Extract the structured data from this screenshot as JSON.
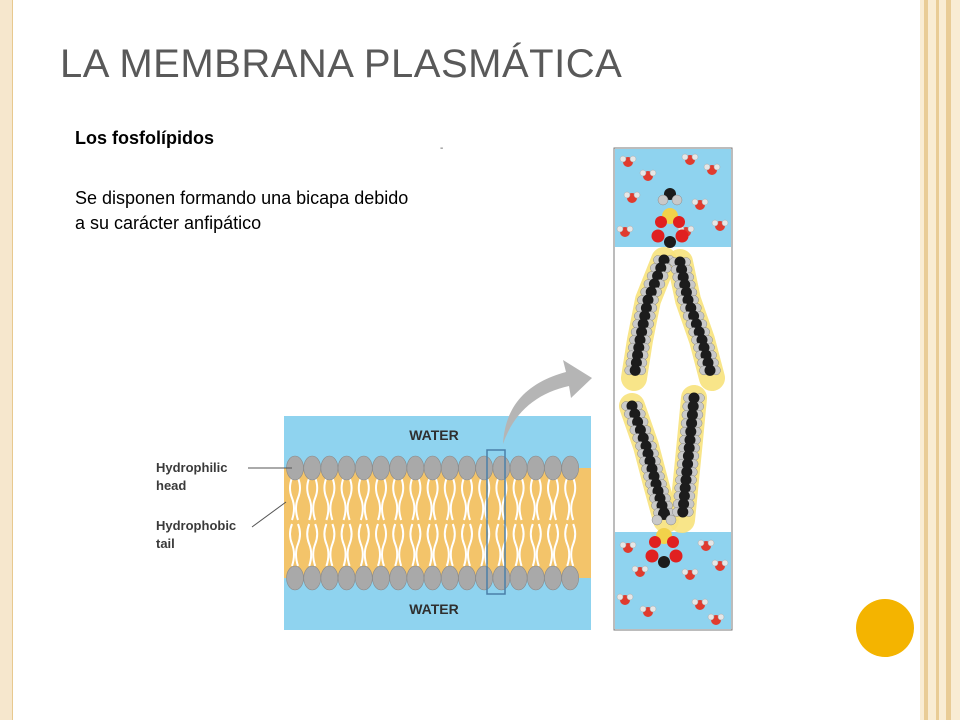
{
  "slide": {
    "title": "LA MEMBRANA PLASMÁTICA",
    "subtitle": "Los fosfolípidos",
    "body_line1": "Se disponen formando una bicapa debido",
    "body_line2": "a su carácter anfipático"
  },
  "diagram": {
    "water_top": "WATER",
    "water_bottom": "WATER",
    "label_head_1": "Hydrophilic",
    "label_head_2": "head",
    "label_tail_1": "Hydrophobic",
    "label_tail_2": "tail"
  },
  "colors": {
    "title": "#595959",
    "water": "#8fd3ef",
    "tail": "#f3c46a",
    "head": "#a9a9a9",
    "accent_circle": "#f4b400",
    "frame": "#e9cc96"
  }
}
